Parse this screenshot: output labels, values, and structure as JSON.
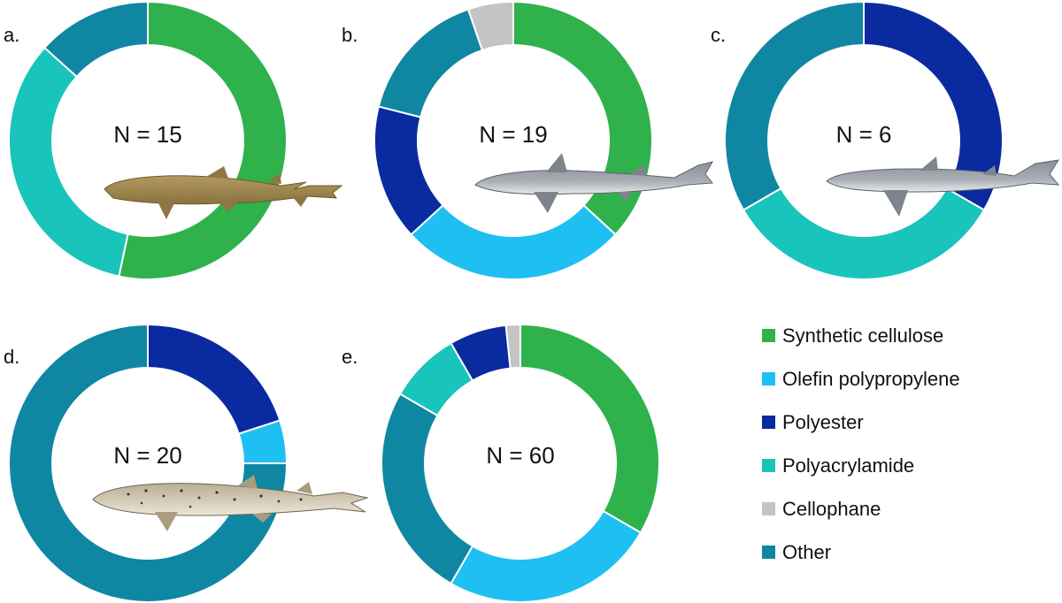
{
  "colors": {
    "Synthetic cellulose": "#2fb24c",
    "Olefin polypropylene": "#1ec0f2",
    "Polyester": "#0a2aa0",
    "Polyacrylamide": "#19c4bb",
    "Cellophane": "#c4c4c4",
    "Other": "#0f87a2"
  },
  "legend": {
    "items": [
      {
        "label": "Synthetic cellulose",
        "color": "#2fb24c"
      },
      {
        "label": "Olefin polypropylene",
        "color": "#1ec0f2"
      },
      {
        "label": "Polyester",
        "color": "#0a2aa0"
      },
      {
        "label": "Polyacrylamide",
        "color": "#19c4bb"
      },
      {
        "label": "Cellophane",
        "color": "#c4c4c4"
      },
      {
        "label": "Other",
        "color": "#0f87a2"
      }
    ]
  },
  "chart_data": [
    {
      "type": "pie",
      "panel": "a.",
      "center_text": "N = 15",
      "shark_icon": "catshark-brown-icon",
      "slices": [
        {
          "label": "Synthetic cellulose",
          "value": 8
        },
        {
          "label": "Polyacrylamide",
          "value": 5
        },
        {
          "label": "Other",
          "value": 2
        }
      ]
    },
    {
      "type": "pie",
      "panel": "b.",
      "center_text": "N = 19",
      "shark_icon": "dogfish-grey-icon",
      "slices": [
        {
          "label": "Synthetic cellulose",
          "value": 7
        },
        {
          "label": "Olefin polypropylene",
          "value": 5
        },
        {
          "label": "Polyester",
          "value": 3
        },
        {
          "label": "Other",
          "value": 3
        },
        {
          "label": "Cellophane",
          "value": 1
        }
      ]
    },
    {
      "type": "pie",
      "panel": "c.",
      "center_text": "N = 6",
      "shark_icon": "spurdog-icon",
      "slices": [
        {
          "label": "Polyester",
          "value": 2
        },
        {
          "label": "Polyacrylamide",
          "value": 2
        },
        {
          "label": "Other",
          "value": 2
        }
      ]
    },
    {
      "type": "pie",
      "panel": "d.",
      "center_text": "N = 20",
      "shark_icon": "catshark-spotted-icon",
      "slices": [
        {
          "label": "Polyester",
          "value": 4
        },
        {
          "label": "Olefin polypropylene",
          "value": 1
        },
        {
          "label": "Other",
          "value": 15
        }
      ]
    },
    {
      "type": "pie",
      "panel": "e.",
      "center_text": "N = 60",
      "slices": [
        {
          "label": "Synthetic cellulose",
          "value": 20
        },
        {
          "label": "Olefin polypropylene",
          "value": 15
        },
        {
          "label": "Other",
          "value": 15
        },
        {
          "label": "Polyacrylamide",
          "value": 5
        },
        {
          "label": "Polyester",
          "value": 4
        },
        {
          "label": "Cellophane",
          "value": 1
        }
      ]
    }
  ]
}
